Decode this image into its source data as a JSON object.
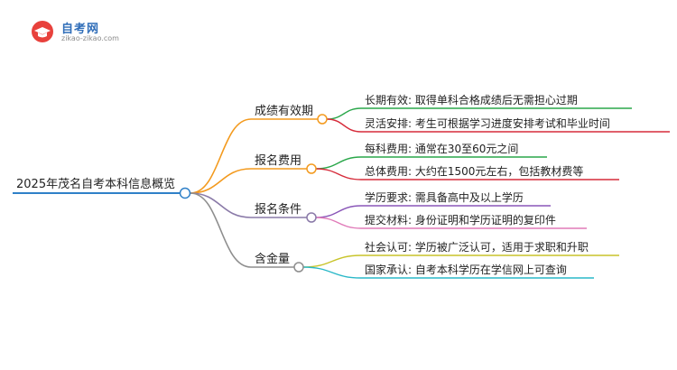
{
  "logo": {
    "name": "自考网",
    "url": "zikao-zikao.com"
  },
  "mindmap": {
    "root": "2025年茂名自考本科信息概览",
    "branches": [
      {
        "label": "成绩有效期",
        "color": "#f39a1e",
        "children": [
          {
            "text": "长期有效: 取得单科合格成绩后无需担心过期",
            "color": "#2aa74a"
          },
          {
            "text": "灵活安排: 考生可根据学习进度安排考试和毕业时间",
            "color": "#d62b3a"
          }
        ]
      },
      {
        "label": "报名费用",
        "color": "#f39a1e",
        "children": [
          {
            "text": "每科费用: 通常在30至60元之间",
            "color": "#2aa74a"
          },
          {
            "text": "总体费用: 大约在1500元左右，包括教材费等",
            "color": "#d62b3a"
          }
        ]
      },
      {
        "label": "报名条件",
        "color": "#8a7aa8",
        "children": [
          {
            "text": "学历要求: 需具备高中及以上学历",
            "color": "#8a57b8"
          },
          {
            "text": "提交材料: 身份证明和学历证明的复印件",
            "color": "#e07ab8"
          }
        ]
      },
      {
        "label": "含金量",
        "color": "#8e8e8e",
        "children": [
          {
            "text": "社会认可: 学历被广泛认可，适用于求职和升职",
            "color": "#c8c42a"
          },
          {
            "text": "国家承认: 自考本科学历在学信网上可查询",
            "color": "#2ab8c8"
          }
        ]
      }
    ]
  }
}
